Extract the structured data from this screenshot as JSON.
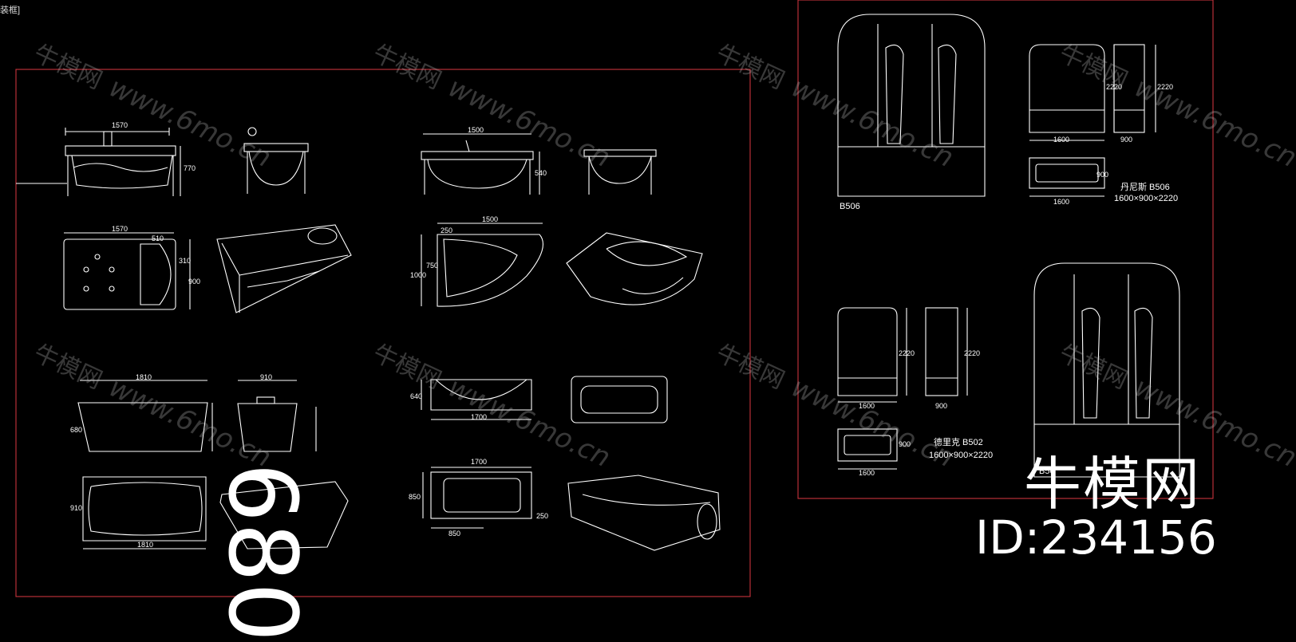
{
  "window": {
    "corner_label": "装框]"
  },
  "watermark": {
    "brand": "牛模网",
    "url": "www.6mo.cn"
  },
  "branding": {
    "brand_large": "牛模网",
    "id_label": "ID:234156",
    "big_number": "680"
  },
  "dims": {
    "t1_len": "1570",
    "t1_h": "770",
    "t1_top_len": "1570",
    "t1_w1": "510",
    "t1_w2": "310",
    "t1_w3": "900",
    "t2_len": "1500",
    "t2_h": "540",
    "t2_top_len": "1500",
    "t2_c1": "250",
    "t2_c2": "750",
    "t2_c3": "1000",
    "t3_len": "1810",
    "t3_w": "910",
    "t3_h": "680",
    "t3_plan_w": "910",
    "t3_plan_len": "1810",
    "t4_h": "640",
    "t4_len": "1700",
    "t5_len": "1700",
    "t5_w": "850",
    "t5_a": "250",
    "t5_b": "850"
  },
  "cabins": {
    "b506_tag": "B506",
    "b506_w": "1600",
    "b506_h": "2220",
    "b506_d": "900",
    "b506_h2": "2220",
    "b506_plan_w": "1600",
    "b506_plan_d": "900",
    "b506_name": "丹尼斯    B506",
    "b506_size": "1600×900×2220",
    "b502_w": "1600",
    "b502_h": "2220",
    "b502_d": "900",
    "b502_h2": "2220",
    "b502_plan_w": "1600",
    "b502_plan_d": "900",
    "b502_name": "德里克    B502",
    "b502_size": "1600×900×2220",
    "b50x_tag": "B50"
  },
  "colors": {
    "frame": "#c8323c",
    "line": "#ffffff",
    "bg": "#000000"
  }
}
